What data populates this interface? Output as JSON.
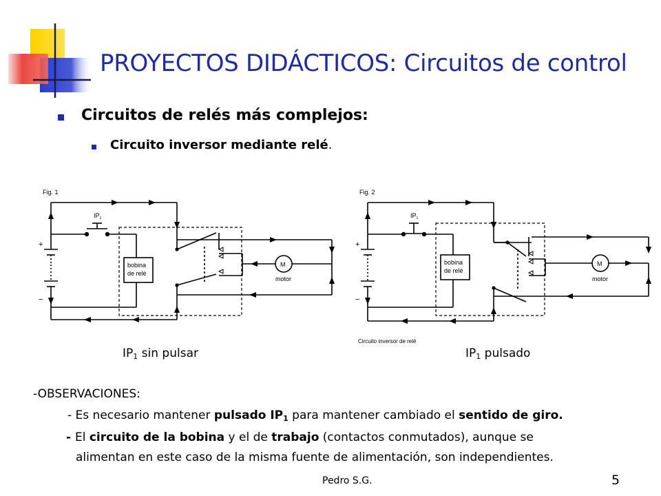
{
  "slide": {
    "title": "PROYECTOS DIDÁCTICOS: Circuitos de control",
    "heading": "Circuitos de relés más complejos:",
    "subheading": "Circuito inversor mediante relé",
    "subheading_end": "."
  },
  "figures": [
    {
      "fig_label": "Fig. 1",
      "switch_label": "IP",
      "switch_sub": "1",
      "plus": "+",
      "minus": "−",
      "coil_line1": "bobina",
      "coil_line2": "de relé",
      "motor_symbol": "M",
      "motor_label": "motor",
      "caption_prefix": "IP",
      "caption_sub": "1",
      "caption_suffix": " sin pulsar"
    },
    {
      "fig_label": "Fig. 2",
      "switch_label": "IP",
      "switch_sub": "1",
      "plus": "+",
      "minus": "−",
      "coil_line1": "bobina",
      "coil_line2": "de relé",
      "motor_symbol": "M",
      "motor_label": "motor",
      "bottom_caption": "Circuito inversor de relé",
      "caption_prefix": "IP",
      "caption_sub": "1",
      "caption_suffix": " pulsado"
    }
  ],
  "observations": {
    "heading": "-OBSERVACIONES:",
    "line1": {
      "t1": "- Es necesario mantener ",
      "b1": "pulsado IP",
      "b1_sub": "1",
      "t2": " para mantener cambiado el ",
      "b2": "sentido de giro."
    },
    "line2": {
      "b0": "- ",
      "t1": "El ",
      "b1": "circuito de la bobina",
      "t2": " y el de ",
      "b2": "trabajo",
      "t3": " (contactos conmutados), aunque se"
    },
    "line3": "alimentan en este caso de la misma fuente de alimentación, son independientes."
  },
  "footer": {
    "author": "Pedro S.G.",
    "page": "5"
  },
  "colors": {
    "title": "#1f2c9e",
    "bullet": "#1f2c9e",
    "deco_yellow": "#ffd200",
    "deco_red": "#e8322b",
    "deco_blue": "#2a3ccd"
  }
}
